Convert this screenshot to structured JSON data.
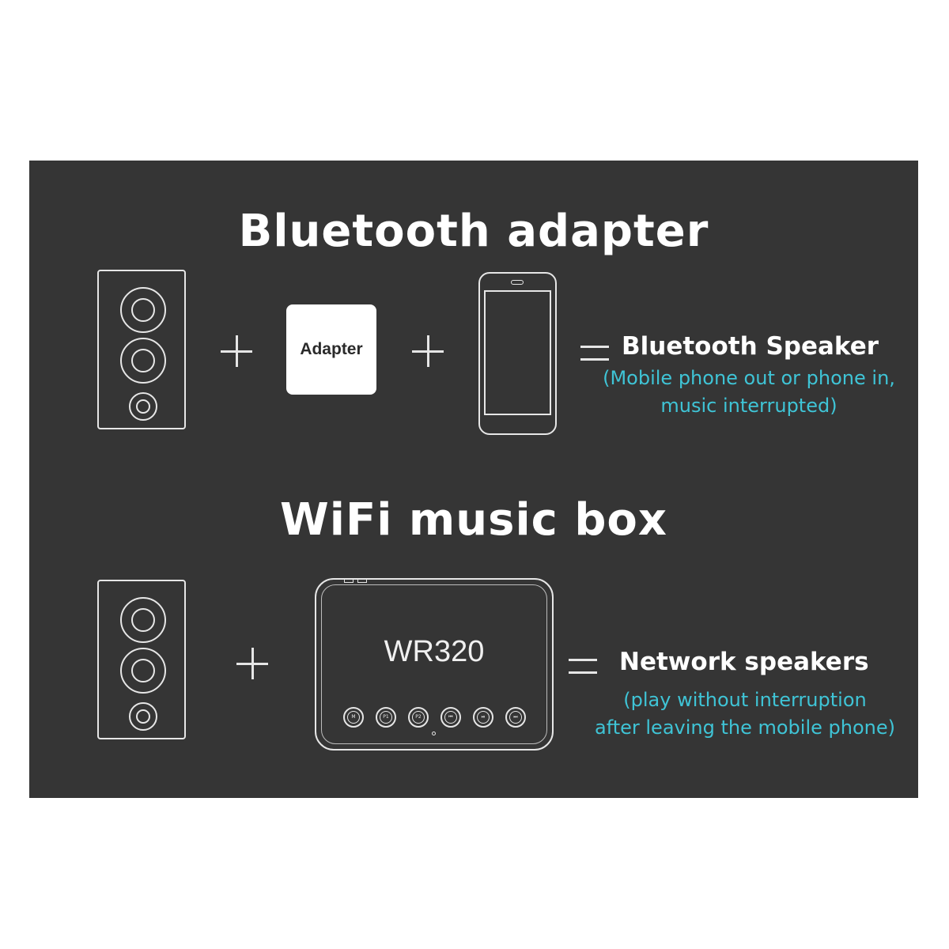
{
  "section1": {
    "title": "Bluetooth adapter",
    "adapter_label": "Adapter",
    "result_title": "Bluetooth Speaker",
    "result_note_line1": "(Mobile phone out or phone in,",
    "result_note_line2": "music interrupted)"
  },
  "section2": {
    "title": "WiFi music box",
    "device_name": "WR320",
    "buttons": [
      "M",
      "P1",
      "P2",
      "⏮",
      "⏯",
      "⏭"
    ],
    "result_title": "Network speakers",
    "result_note_line1": "(play without interruption",
    "result_note_line2": "after leaving the mobile phone)"
  },
  "colors": {
    "panel": "#353535",
    "accent_text": "#3fc4d6",
    "line": "#e6e6e6"
  }
}
